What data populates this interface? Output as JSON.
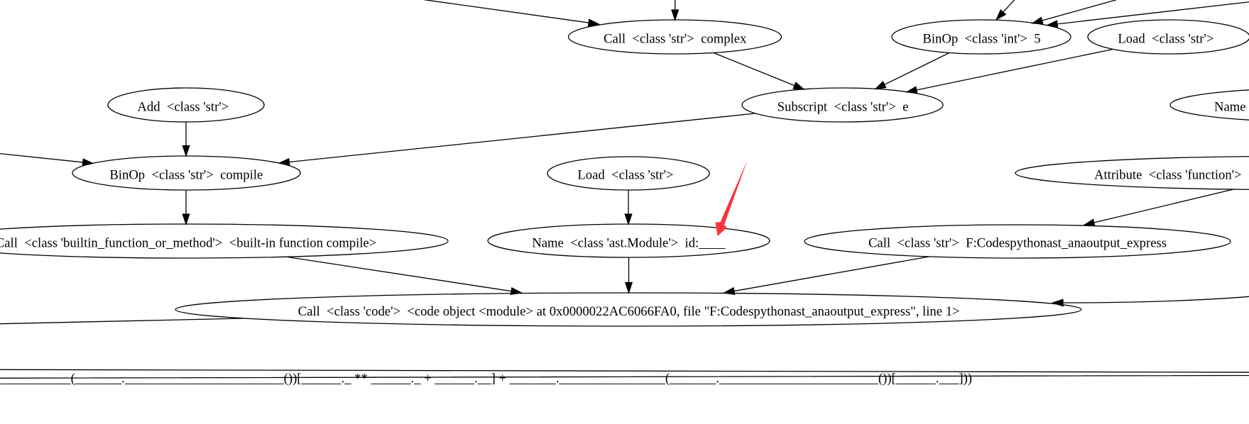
{
  "diagram": {
    "colors": {
      "background": "#ffffff",
      "node_outline": "#000000",
      "edge": "#000000",
      "text": "#000000"
    },
    "nodes": [
      {
        "id": "call-complex",
        "node_type": "Call",
        "value_type": "<class 'str'>",
        "value": "complex",
        "label": "Call  <class 'str'>  complex",
        "clipped": false
      },
      {
        "id": "binop-int-5",
        "node_type": "BinOp",
        "value_type": "<class 'int'>",
        "value": "5",
        "label": "BinOp  <class 'int'>  5",
        "clipped": false
      },
      {
        "id": "load-top",
        "node_type": "Load",
        "value_type": "<class 'str'>",
        "value": "",
        "label": "Load  <class 'str'>",
        "clipped": false
      },
      {
        "id": "subscript-e",
        "node_type": "Subscript",
        "value_type": "<class 'str'>",
        "value": "e",
        "label": "Subscript  <class 'str'>  e",
        "clipped": false
      },
      {
        "id": "add",
        "node_type": "Add",
        "value_type": "<class 'str'>",
        "value": "",
        "label": "Add  <class 'str'>",
        "clipped": false
      },
      {
        "id": "name-right",
        "node_type": "Name",
        "label": "Name",
        "clipped": true
      },
      {
        "id": "binop-compile",
        "node_type": "BinOp",
        "value_type": "<class 'str'>",
        "value": "compile",
        "label": "BinOp  <class 'str'>  compile",
        "clipped": false
      },
      {
        "id": "load-mid",
        "node_type": "Load",
        "value_type": "<class 'str'>",
        "value": "",
        "label": "Load  <class 'str'>",
        "clipped": false
      },
      {
        "id": "attribute-function",
        "node_type": "Attribute",
        "value_type": "<class 'function'>",
        "label": "Attribute  <class 'function'>  <",
        "clipped": true
      },
      {
        "id": "call-builtin-compile",
        "node_type": "Call",
        "value_type": "<class 'builtin_function_or_method'>",
        "value": "<built-in function compile>",
        "label": "Call  <class 'builtin_function_or_method'>  <built-in function compile>",
        "clipped": true
      },
      {
        "id": "name-module",
        "node_type": "Name",
        "value_type": "<class 'ast.Module'>",
        "value": "id:____",
        "label": "Name  <class 'ast.Module'>  id:____",
        "clipped": false
      },
      {
        "id": "call-str-path",
        "node_type": "Call",
        "value_type": "<class 'str'>",
        "value": "F:Codespythonast_anaoutput_express",
        "label": "Call  <class 'str'>  F:Codespythonast_anaoutput_express",
        "clipped": false
      },
      {
        "id": "call-code",
        "node_type": "Call",
        "value_type": "<class 'code'>",
        "value": "<code object <module> at 0x0000022AC6066FA0, file \"F:Codespythonast_anaoutput_express\", line 1>",
        "label": "Call  <class 'code'>  <code object <module> at 0x0000022AC6066FA0, file \"F:Codespythonast_anaoutput_express\", line 1>",
        "clipped": false
      },
      {
        "id": "source-expression",
        "label": "___________(_______.________________________())[______._ ** ______._ + ______.__] + _______.________________(_______.________________________())[______.___]))",
        "clipped": true
      }
    ],
    "edges": [
      {
        "from": "off-canvas",
        "to": "call-complex"
      },
      {
        "from": "off-canvas",
        "to": "call-complex"
      },
      {
        "from": "call-complex",
        "to": "subscript-e"
      },
      {
        "from": "binop-int-5",
        "to": "subscript-e"
      },
      {
        "from": "load-top",
        "to": "subscript-e"
      },
      {
        "from": "off-canvas",
        "to": "binop-int-5"
      },
      {
        "from": "off-canvas",
        "to": "binop-int-5"
      },
      {
        "from": "off-canvas",
        "to": "binop-int-5"
      },
      {
        "from": "add",
        "to": "binop-compile"
      },
      {
        "from": "off-canvas",
        "to": "binop-compile"
      },
      {
        "from": "subscript-e",
        "to": "binop-compile"
      },
      {
        "from": "binop-compile",
        "to": "call-builtin-compile"
      },
      {
        "from": "load-mid",
        "to": "name-module"
      },
      {
        "from": "attribute-function",
        "to": "call-str-path"
      },
      {
        "from": "call-builtin-compile",
        "to": "call-code"
      },
      {
        "from": "name-module",
        "to": "call-code"
      },
      {
        "from": "call-str-path",
        "to": "call-code"
      },
      {
        "from": "off-canvas",
        "to": "call-code"
      },
      {
        "from": "call-code",
        "to": "off-canvas"
      }
    ],
    "annotation": {
      "type": "arrow",
      "color": "#f5363c",
      "target": "name-module"
    }
  }
}
